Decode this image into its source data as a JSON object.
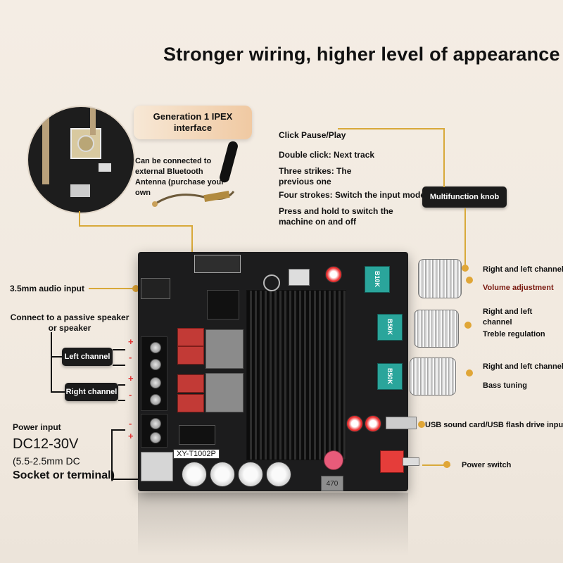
{
  "title": "Stronger wiring, higher level of appearance",
  "ipex": {
    "title": "Generation 1 IPEX interface",
    "desc": "Can be connected to external Bluetooth Antenna (purchase your own"
  },
  "knob_functions": {
    "click": "Click Pause/Play",
    "double": "Double click: Next track",
    "three": "Three strikes: The previous one",
    "four": "Four strokes: Switch the input mode",
    "hold": "Press and hold to switch the machine on and off",
    "badge": "Multifunction knob"
  },
  "left_labels": {
    "audio_input": "3.5mm audio input",
    "passive_speaker": "Connect to a passive speaker or speaker",
    "left_channel": "Left channel",
    "right_channel": "Right channel",
    "power_input": "Power input",
    "voltage": "DC12-30V",
    "socket_spec": "(5.5-2.5mm DC",
    "socket_or_terminal": "Socket or terminal)"
  },
  "right_labels": {
    "volume_ch": "Right and left channel",
    "volume_adj": "Volume adjustment",
    "treble_ch": "Right and left channel",
    "treble": "Treble regulation",
    "bass_ch": "Right and left channel",
    "bass": "Bass tuning",
    "usb": "USB sound card/USB flash drive input",
    "power_switch": "Power switch"
  },
  "board": {
    "model": "XY-T1002P",
    "pot1": "B10K",
    "pot2": "B50K",
    "pot3": "B50K",
    "inductor": "470"
  },
  "polarity": {
    "plus": "+",
    "minus": "-"
  },
  "colors": {
    "accent": "#e0a637",
    "accent_text": "#7a1a10",
    "board": "#1c1c1d"
  }
}
